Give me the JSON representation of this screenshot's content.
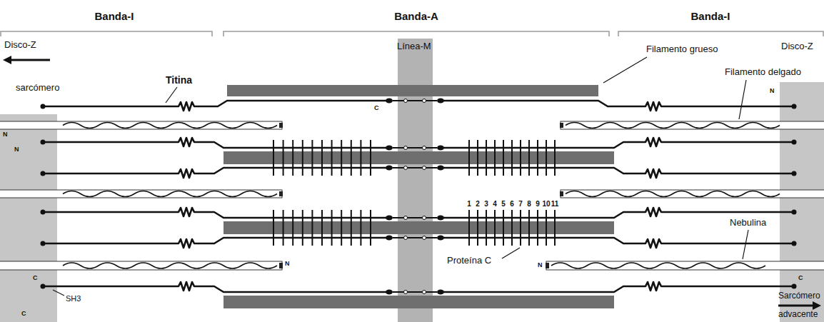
{
  "diagram": {
    "labels": [
      "Banda-I",
      "Banda-A",
      "Banda-I",
      "Disco-Z",
      "Línea-M",
      "Filamento grueso",
      "Disco-Z",
      "Titina",
      "sarcómero",
      "Filamento delgado",
      "N",
      "N",
      "N",
      "1",
      "2",
      "3",
      "4",
      "5",
      "6",
      "7",
      "8",
      "9",
      "10",
      "11",
      "Nebulina",
      "Proteína C",
      "N",
      "N",
      "C",
      "C",
      "SH3",
      "C",
      "C",
      "Sarcómero",
      "advacente"
    ]
  }
}
